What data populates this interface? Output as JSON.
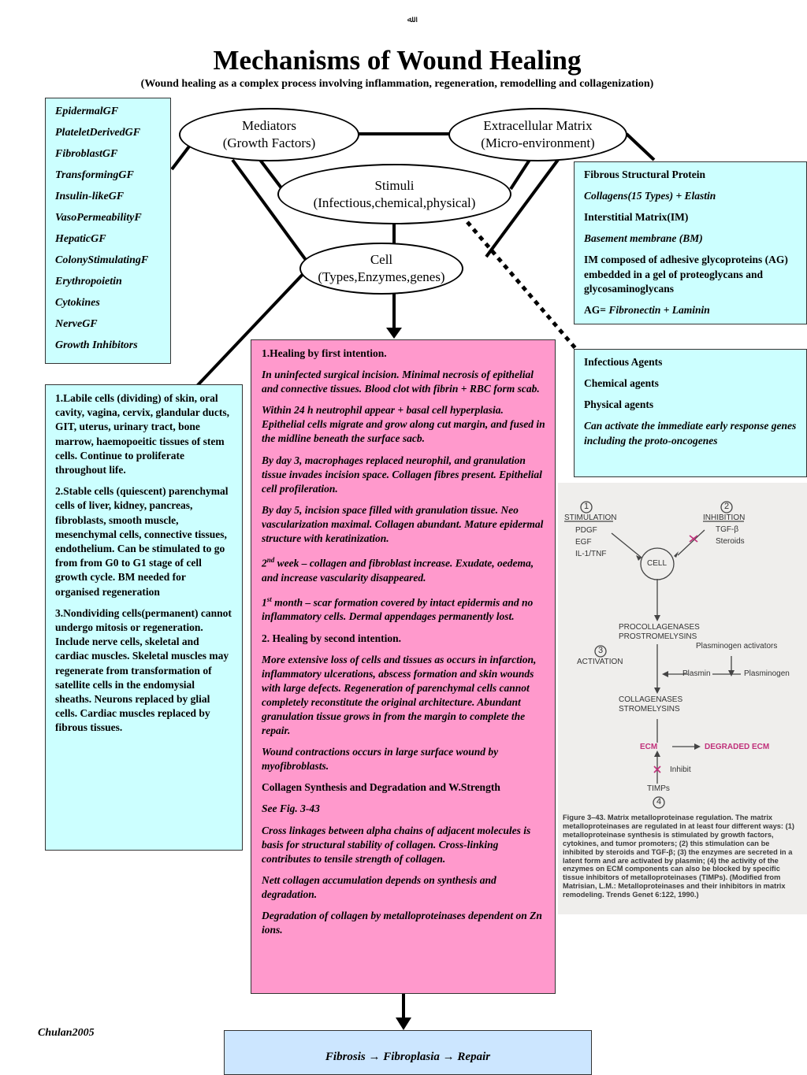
{
  "header_symbol": "ﷲ",
  "title": "Mechanisms of Wound Healing",
  "subtitle": "(Wound healing as a complex process involving inflammation, regeneration, remodelling and collagenization)",
  "nodes": {
    "mediators": {
      "line1": "Mediators",
      "line2": "(Growth Factors)"
    },
    "ecm": {
      "line1": "Extracellular Matrix",
      "line2": "(Micro-environment)"
    },
    "stimuli": {
      "line1": "Stimuli",
      "line2": "(Infectious,chemical,physical)"
    },
    "cell": {
      "line1": "Cell",
      "line2": "(Types,Enzymes,genes)"
    }
  },
  "growth_factors": [
    "EpidermalGF",
    "PlateletDerivedGF",
    "FibroblastGF",
    "TransformingGF",
    "Insulin-likeGF",
    "VasoPermeabilityF",
    "HepaticGF",
    "ColonyStimulatingF",
    "Erythropoietin",
    "Cytokines",
    "NerveGF",
    "Growth Inhibitors"
  ],
  "ecm_box": {
    "l1": "Fibrous Structural Protein",
    "l2": "Collagens(15 Types) + Elastin",
    "l3": "Interstitial Matrix(IM)",
    "l4": "Basement membrane (BM)",
    "l5": "IM composed of adhesive glycoproteins (AG) embedded in a gel of proteoglycans and glycosaminoglycans",
    "l6a": "AG= ",
    "l6b": "Fibronectin + Laminin"
  },
  "agents_box": {
    "l1": "Infectious Agents",
    "l2": "Chemical agents",
    "l3": "Physical agents",
    "l4": "Can activate the immediate early response genes including the proto-oncogenes"
  },
  "cell_types": {
    "p1": "1.Labile cells (dividing) of skin, oral cavity, vagina, cervix, glandular ducts, GIT, uterus, urinary tract, bone marrow, haemopoeitic tissues of stem cells. Continue to proliferate throughout life.",
    "p2": "2.Stable cells (quiescent) parenchymal cells of liver, kidney, pancreas, fibroblasts, smooth muscle, mesenchymal cells, connective tissues, endothelium. Can be stimulated to go from from G0 to G1 stage of cell growth cycle. BM needed for organised regeneration",
    "p3": "3.Nondividing cells(permanent) cannot undergo mitosis or regeneration. Include nerve cells, skeletal and cardiac muscles. Skeletal muscles may regenerate from transformation of satellite cells in the endomysial sheaths. Neurons replaced by glial cells. Cardiac muscles replaced by fibrous tissues."
  },
  "healing": {
    "h1": "1.Healing by first intention.",
    "p1": "In uninfected surgical incision. Minimal necrosis of epithelial and connective tissues. Blood clot with fibrin + RBC form scab.",
    "p2": "Within 24 h neutrophil appear + basal cell hyperplasia. Epithelial cells migrate and grow along cut margin, and fused in the midline beneath the surface sacb.",
    "p3": "By day 3, macrophages replaced neurophil, and granulation tissue invades incision space. Collagen fibres present. Epithelial cell profileration.",
    "p4": "By day 5, incision space filled with granulation tissue. Neo vascularization maximal. Collagen abundant. Mature epidermal structure with keratinization.",
    "p5_num": "2",
    "p5_sup": "nd",
    "p5_text": " week – collagen and fibroblast increase. Exudate, oedema, and increase vascularity disappeared.",
    "p6_num": "1",
    "p6_sup": "st",
    "p6_text": " month – scar formation covered by intact epidermis and no inflammatory cells. Dermal appendages permanently lost.",
    "h2": "2. Healing by second intention.",
    "p7": "More extensive loss of cells and tissues as occurs in infarction, inflammatory ulcerations, abscess formation and skin wounds with large defects. Regeneration of parenchymal  cells cannot completely reconstitute the original architecture. Abundant granulation tissue grows in from the margin to complete the repair.",
    "p8": "Wound contractions occurs in large surface wound by myofibroblasts.",
    "h3": "Collagen Synthesis and Degradation and W.Strength",
    "p9": "See Fig. 3-43",
    "p10": "Cross linkages between alpha chains of adjacent molecules is basis for structural stability of collagen. Cross-linking contributes to tensile strength of collagen.",
    "p11": "Nett collagen accumulation depends on synthesis and degradation.",
    "p12": "Degradation of collagen by metalloproteinases dependent on Zn ions."
  },
  "figure": {
    "n1": "1",
    "stimulation": "STIMULATION",
    "pdgf": "PDGF",
    "egf": "EGF",
    "il1": "IL-1/TNF",
    "n2": "2",
    "inhibition": "INHIBITION",
    "tgf": "TGF-β",
    "steroids": "Steroids",
    "cell": "CELL",
    "procoll": "PROCOLLAGENASES",
    "prostrom": "PROSTROMELYSINS",
    "n3": "3",
    "activation": "ACTIVATION",
    "plasminogen_act": "Plasminogen activators",
    "plasmin": "Plasmin",
    "plasminogen": "Plasminogen",
    "coll": "COLLAGENASES",
    "strom": "STROMELYSINS",
    "ecm": "ECM",
    "degraded": "DEGRADED ECM",
    "inhibit": "Inhibit",
    "timps": "TIMPs",
    "n4": "4",
    "caption": "Figure 3–43. Matrix metalloproteinase regulation. The matrix metalloproteinases are regulated in at least four different ways: (1) metalloproteinase synthesis is stimulated by growth factors, cytokines, and tumor promoters; (2) this stimulation can be inhibited by steroids and TGF-β; (3) the enzymes are secreted in a latent form and are activated by plasmin; (4) the activity of the enzymes on ECM components can also be blocked by specific tissue inhibitors of metalloproteinases (TIMPs). (Modified from Matrisian, L.M.: Metalloproteinases and their inhibitors in matrix remodeling. Trends Genet 6:122, 1990.)"
  },
  "author": "Chulan2005",
  "outcome": "Fibrosis → Fibroplasia →  Repair"
}
